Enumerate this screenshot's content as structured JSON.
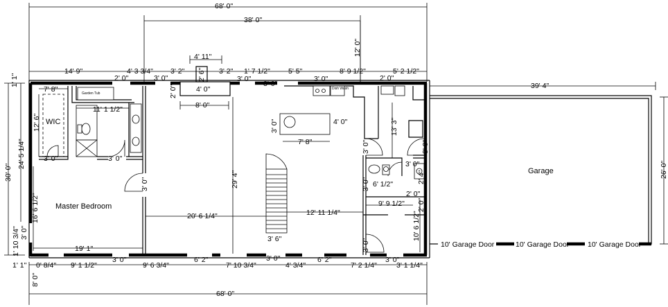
{
  "rooms": {
    "wic": "WIC",
    "master_bedroom": "Master Bedroom",
    "garage": "Garage",
    "garden_tub": "Garden Tub",
    "dish_wash": "Dish Wash"
  },
  "garage_doors": [
    "10' Garage Door",
    "10' Garage Door",
    "10' Garage Door"
  ],
  "dimensions": {
    "overall_top": "68' 0\"",
    "overall_bottom": "68' 0\"",
    "center_width": "38' 0\"",
    "center_depth": "12' 0\"",
    "fireplace_top": "4' 11\"",
    "fireplace_depth": "2' 6\"",
    "fireplace_inner": "4' 0\"",
    "fireplace_opening": "2' 0\"",
    "hearth": "8' 0\"",
    "top_a": "14' 9\"",
    "top_b": "2' 0\"",
    "top_c": "4' 3 3/4\"",
    "top_d": "3' 0\"",
    "top_e": "3' 2\"",
    "top_f": "3' 2\"",
    "top_g": "1' 7 1/2\"",
    "top_h": "3' 0\"",
    "top_i": "3' 0\"",
    "top_j": "5' 5\"",
    "top_k": "3' 0\"",
    "top_l": "8' 9 1/2\"",
    "top_m": "2' 0\"",
    "top_n": "5' 2 1/2\"",
    "garage_width": "39' 4\"",
    "garage_depth": "26' 0\"",
    "wic_width": "7' 8\"",
    "wic_depth": "12' 6\"",
    "bath_width": "11' 1 1/2\"",
    "wic_door": "3' 0\"",
    "bath_door": "3' 0\"",
    "master_door": "3' 0\"",
    "master_depth": "16' 6 1/2\"",
    "master_width": "19' 1\"",
    "living_width": "20' 6 1/4\"",
    "living_depth": "29' 4\"",
    "island_depth": "3' 0\"",
    "island_width": "4' 0\"",
    "island_length": "7' 8\"",
    "stair_width": "3' 6\"",
    "hall_width": "12' 11 1/4\"",
    "kitchen_depth": "13' 3\"",
    "pantry_door": "3' 0\"",
    "laundry_door": "3' 0\"",
    "powder_width": "6' 1/2\"",
    "powder_door": "3' 0\"",
    "hall_door": "3' 0\"",
    "side_a": "2' 4\"",
    "side_b": "2' 0\"",
    "side_c": "2' 0\"",
    "office_width": "9' 9 1/2\"",
    "office_depth": "10' 6 1/2\"",
    "office_door": "3' 0\"",
    "front_door": "3' 0\"",
    "left_overall": "30' 0\"",
    "left_a": "24' 5 1/4\"",
    "left_b": "1' 10 3/4\"",
    "left_c": "3' 0\"",
    "left_d": "1' 1\"",
    "left_e": "8' 0\"",
    "bot_a": "0' 8/4\"",
    "bot_b": "9' 1 1/2\"",
    "bot_c": "3' 0\"",
    "bot_d": "9' 6 3/4\"",
    "bot_e": "6' 2\"",
    "bot_f": "7' 10 3/4\"",
    "bot_g": "4' 3/4\"",
    "bot_h": "6' 2\"",
    "bot_i": "7' 2 1/4\"",
    "bot_j": "3' 0\"",
    "bot_k": "3' 1 1/4\""
  }
}
